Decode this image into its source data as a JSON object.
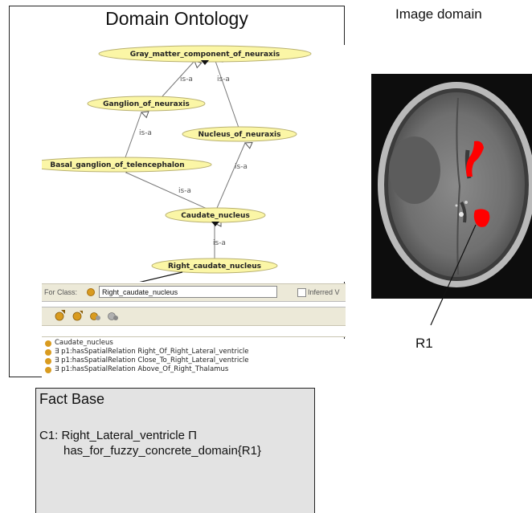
{
  "ontology_panel": {
    "title": "Domain Ontology",
    "graph": {
      "nodes": [
        {
          "id": "gray",
          "label": "Gray_matter_component_of_neuraxis"
        },
        {
          "id": "ganglion",
          "label": "Ganglion_of_neuraxis"
        },
        {
          "id": "nucleus",
          "label": "Nucleus_of_neuraxis"
        },
        {
          "id": "basal",
          "label": "Basal_ganglion_of_telencephalon"
        },
        {
          "id": "caudate",
          "label": "Caudate_nucleus"
        },
        {
          "id": "right_caudate",
          "label": "Right_caudate_nucleus"
        }
      ],
      "edge_label": "is-a"
    },
    "class_bar": {
      "label": "For Class:",
      "value": "Right_caudate_nucleus",
      "inferred_label": "Inferred V"
    },
    "facts": [
      "Caudate_nucleus",
      "∃ p1:hasSpatialRelation Right_Of_Right_Lateral_ventricle",
      "∃ p1:hasSpatialRelation Close_To_Right_Lateral_ventricle",
      "∃ p1:hasSpatialRelation Above_Of_Right_Thalamus"
    ],
    "colors": {
      "node_fill": "#fbf6a6",
      "bullet": "#d99b1f"
    }
  },
  "image_domain": {
    "title": "Image domain",
    "region_label": "R1",
    "region_color": "#ff0000"
  },
  "fact_base": {
    "title": "Fact Base",
    "line1": "C1: Right_Lateral_ventricle Π",
    "line2": "has_for_fuzzy_concrete_domain{R1}"
  }
}
